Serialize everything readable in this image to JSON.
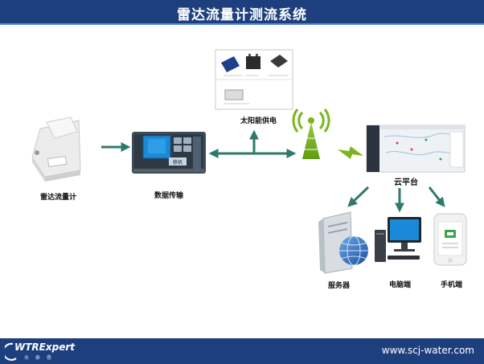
{
  "header": {
    "title": "雷达流量计测流系统"
  },
  "nodes": {
    "radar": {
      "label": "雷达流量计"
    },
    "rtu": {
      "label": "数据传输",
      "screen_text": "移机"
    },
    "solar": {
      "label": "太阳能供电"
    },
    "cloud": {
      "label": "云平台"
    },
    "server": {
      "label": "服务器"
    },
    "pc": {
      "label": "电脑端"
    },
    "mobile": {
      "label": "手机端"
    }
  },
  "footer": {
    "logo": "WTRExpert",
    "logo_sub": "水 泰 睿",
    "url": "www.scj-water.com"
  },
  "colors": {
    "header": "#1e3f7e",
    "arrow": "#2f7a6c",
    "tower": "#7ab51d"
  }
}
